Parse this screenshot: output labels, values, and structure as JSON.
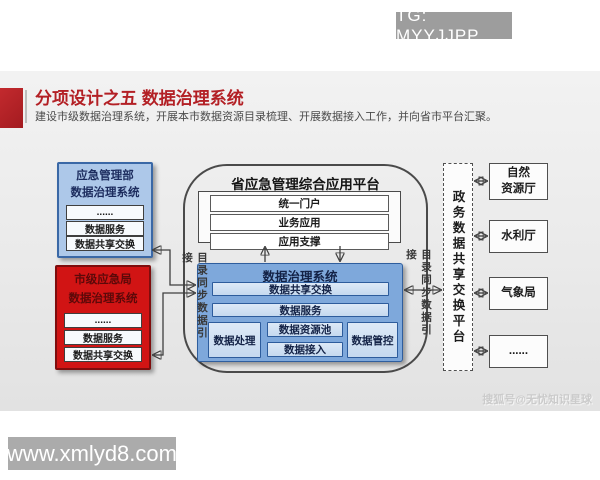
{
  "watermarks": {
    "tg": "TG: MYYJJPP",
    "souhu": "搜狐号@无忧知识星球",
    "site": "www.xmlyd8.com"
  },
  "header": {
    "title": "分项设计之五  数据治理系统",
    "subtitle": "建设市级数据治理系统，开展本市数据资源目录梳理、开展数据接入工作，并向省市平台汇聚。"
  },
  "diagram": {
    "ministry_box": {
      "title_line1": "应急管理部",
      "title_line2": "数据治理系统",
      "items": [
        "......",
        "数据服务",
        "数据共享交换"
      ]
    },
    "city_box": {
      "title_line1": "市级应急局",
      "title_line2": "数据治理系统",
      "items": [
        "......",
        "数据服务",
        "数据共享交换"
      ]
    },
    "province_platform": {
      "title": "省应急管理综合应用平台",
      "app_layers": [
        "统一门户",
        "业务应用",
        "应用支撑"
      ],
      "governance": {
        "title": "数据治理系统",
        "row1": "数据共享交换",
        "row2": "数据服务",
        "bottom_left": "数据处理",
        "bottom_mid_top": "数据资源池",
        "bottom_mid_bottom": "数据接入",
        "bottom_right": "数据管控"
      }
    },
    "sync_label_left": "目录同步数据引接",
    "sync_label_right": "目录同步数据引接",
    "exchange_platform": "政务数据共享交换平台",
    "agencies": [
      "自然\n资源厅",
      "水利厅",
      "气象局",
      "......"
    ]
  },
  "colors": {
    "accent_red": "#b32025",
    "box_red": "#d11414",
    "box_blue_light": "#adc8e9",
    "box_blue_medium": "#7ea8db",
    "slide_gray": "#eaeaea"
  }
}
